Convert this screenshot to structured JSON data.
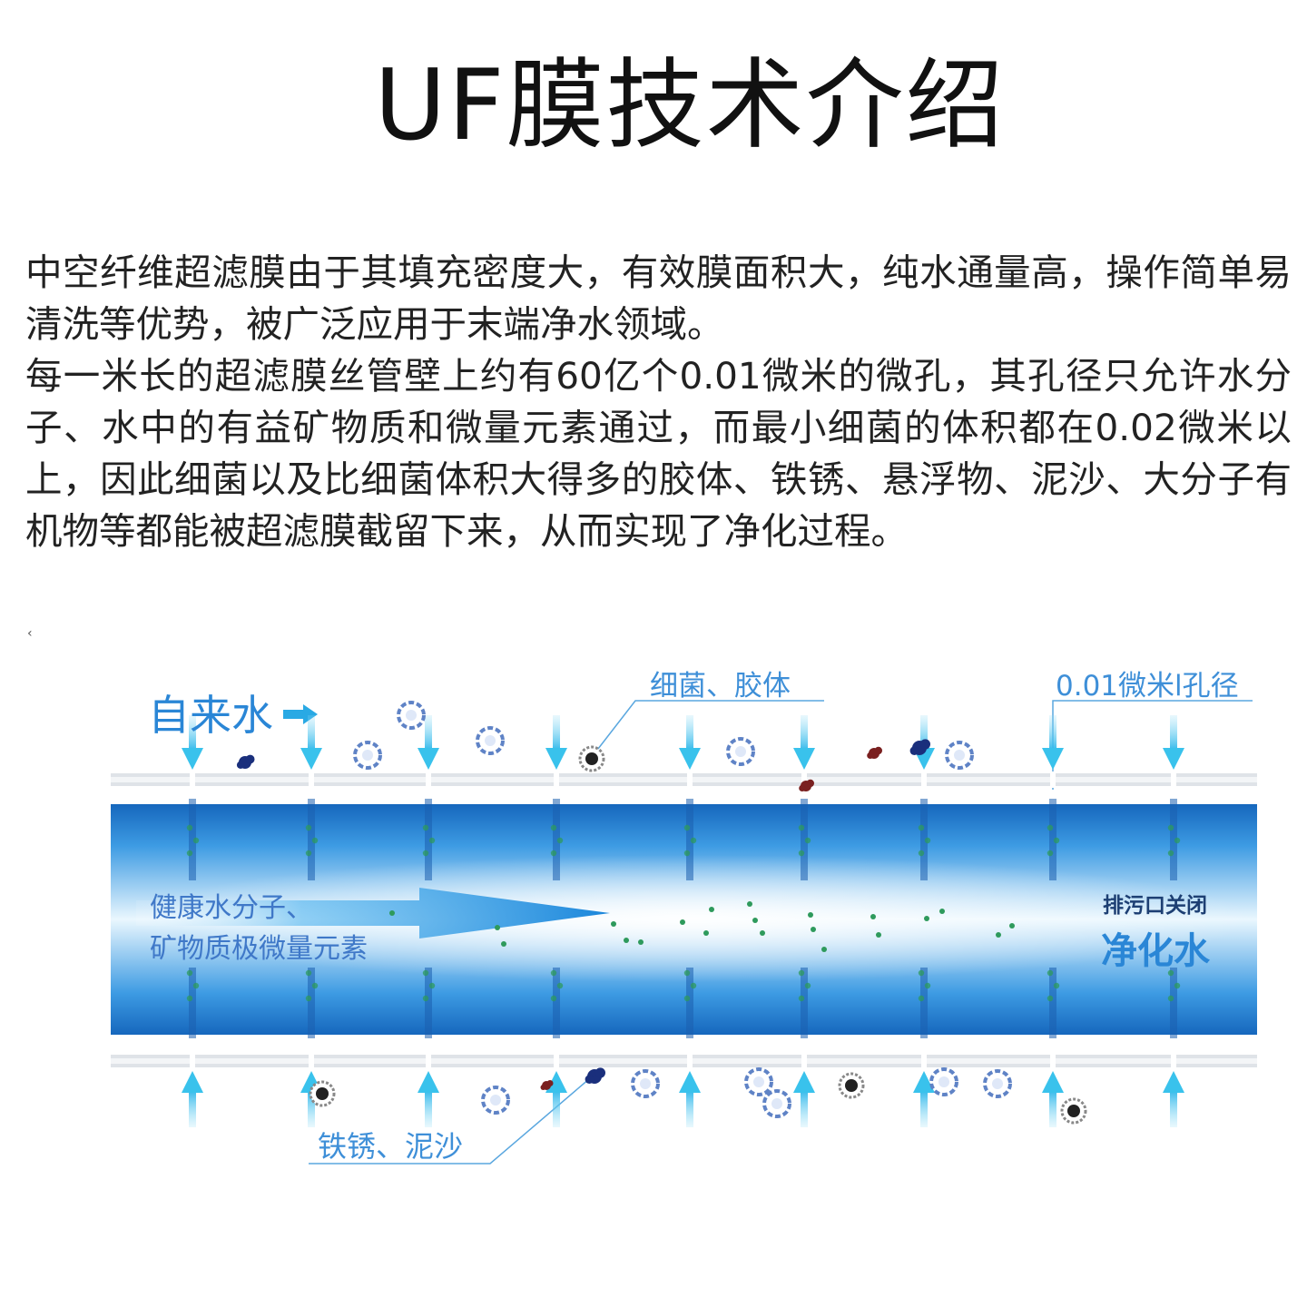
{
  "title": "UF膜技术介绍",
  "paragraphs": [
    "中空纤维超滤膜由于其填充密度大，有效膜面积大，纯水通量高，操作简单易清洗等优势，被广泛应用于末端净水领域。",
    "每一米长的超滤膜丝管壁上约有60亿个0.01微米的微孔，其孔径只允许水分子、水中的有益矿物质和微量元素通过，而最小细菌的体积都在0.02微米以上，因此细菌以及比细菌体积大得多的胶体、铁锈、悬浮物、泥沙、大分子有机物等都能被超滤膜截留下来，从而实现了净化过程。"
  ],
  "stray_mark": "‹",
  "diagram": {
    "labels": {
      "tap_water": "自来水",
      "bacteria_colloid": "细菌、胶体",
      "pore_size": "0.01微米l孔径",
      "minerals_line1": "健康水分子、",
      "minerals_line2": "矿物质极微量元素",
      "outlet_closed": "排污口关闭",
      "pure_water": "净化水",
      "rust_sand": "铁锈、泥沙"
    },
    "colors": {
      "tube_dark": "#1a73c7",
      "tube_light": "#e8f6fd",
      "arrow": "#39c2ec",
      "label_blue": "#2a86d6",
      "particle": "#5f83c6",
      "bacteria": "#222222",
      "rust": "#7a2020",
      "sand": "#1a2f7c",
      "mineral": "#2e9a5c"
    }
  }
}
